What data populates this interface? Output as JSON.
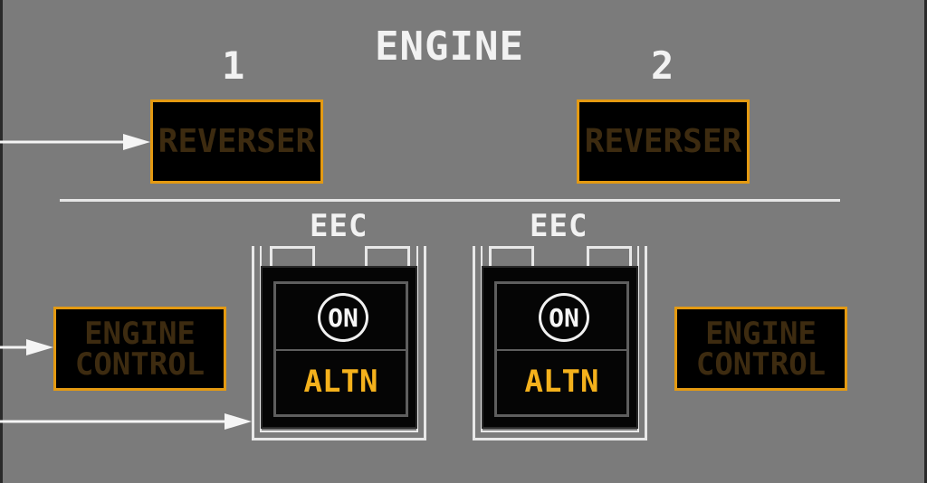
{
  "panel": {
    "title": "ENGINE",
    "engine_1_label": "1",
    "engine_2_label": "2"
  },
  "reverser": {
    "left_label": "REVERSER",
    "right_label": "REVERSER"
  },
  "engine_control": {
    "left_line1": "ENGINE",
    "left_line2": "CONTROL",
    "right_line1": "ENGINE",
    "right_line2": "CONTROL"
  },
  "eec": {
    "left_label": "EEC",
    "right_label": "EEC",
    "left_on": "ON",
    "left_altn": "ALTN",
    "right_on": "ON",
    "right_altn": "ALTN"
  },
  "colors": {
    "panel_bg": "#7b7b7b",
    "amber_border": "#e49a12",
    "amber_text_off": "#3d2b10",
    "altn_text": "#f4b11c",
    "white": "#f2f2f2"
  }
}
